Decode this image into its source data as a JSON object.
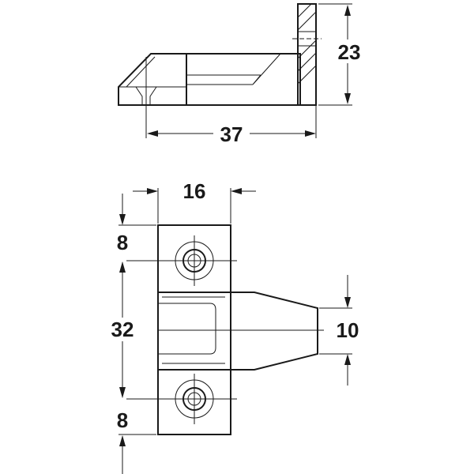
{
  "dimensions": {
    "height_side": "23",
    "length_side": "37",
    "width_front": "16",
    "top_margin": "8",
    "hole_spacing": "32",
    "bottom_margin": "8",
    "tongue_height": "10"
  },
  "colors": {
    "line": "#1a1a1a",
    "background": "#ffffff"
  }
}
